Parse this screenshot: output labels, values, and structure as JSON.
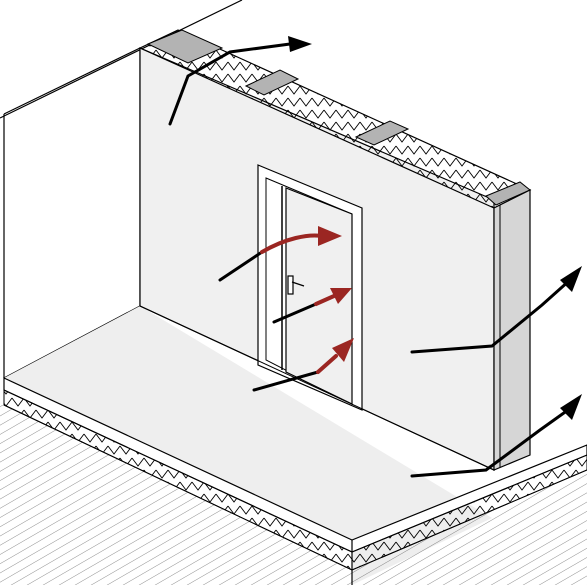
{
  "diagram": {
    "labels": [],
    "colors": {
      "background": "#ffffff",
      "line": "#000000",
      "wall_fill": "#f0f0f0",
      "wall_edge_fill": "#d6d6d6",
      "stud_fill": "#b3b3b3",
      "door_leaf_fill": "#f0f0f0",
      "floor_fill": "#eeeeee",
      "black_arrow": "#000000",
      "red_arrow": "#9b2622"
    },
    "arrows": {
      "black": [
        "top-insulation-leader",
        "door-left-leader",
        "door-mid-leader",
        "floor-door-leader",
        "wall-right-leader",
        "floor-right-leader"
      ],
      "red": [
        "through-door-upper",
        "through-door-middle",
        "through-door-lower"
      ]
    }
  }
}
